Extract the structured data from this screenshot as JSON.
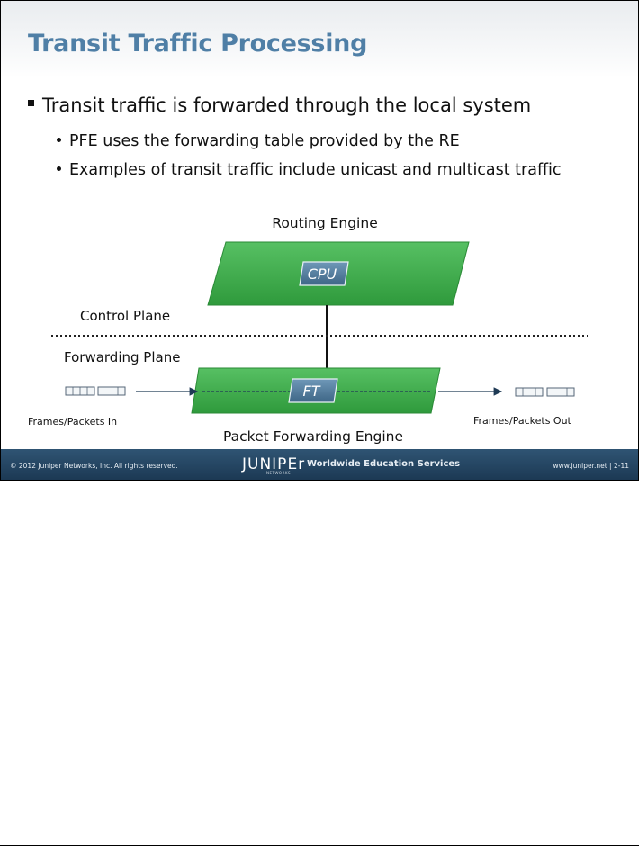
{
  "slide": {
    "title": "Transit Traffic Processing",
    "bullet_main": "Transit traffic is forwarded through the local system",
    "sub_bullets": [
      "PFE uses the forwarding table provided by the RE",
      "Examples of transit traffic include unicast and multicast traffic"
    ]
  },
  "diagram": {
    "routing_engine": "Routing Engine",
    "cpu": "CPU",
    "control_plane": "Control Plane",
    "forwarding_plane": "Forwarding Plane",
    "ft": "FT",
    "packet_forwarding_engine": "Packet Forwarding Engine",
    "frames_in": "Frames/Packets In",
    "frames_out": "Frames/Packets Out",
    "colors": {
      "engine_green": "#3daa4a",
      "chip_blue": "#4e7898",
      "line": "#1f3a55"
    }
  },
  "footer": {
    "copyright": "© 2012 Juniper Networks, Inc. All rights reserved.",
    "logo": "JUNIPEr",
    "logo_sub": "NETWORKS",
    "center_text": "Worldwide Education Services",
    "url_page": "www.juniper.net  |  2-11"
  }
}
